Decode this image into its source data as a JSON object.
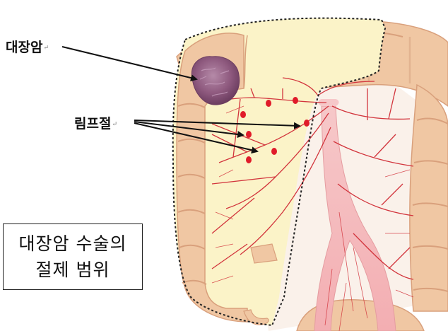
{
  "labels": {
    "tumor": "대장암",
    "lymph_nodes": "림프절",
    "return_mark": "↵"
  },
  "caption": {
    "line1": "대장암 수술의",
    "line2": "절제 범위"
  },
  "colors": {
    "colon": "#f0c7a3",
    "colon_shadow": "#d9a07c",
    "resection_area": "#fbf3c8",
    "vessel": "#d2353d",
    "artery_pale": "#f1b2b5",
    "lymph_node": "#e01b2a",
    "tumor": "#8f5a7f",
    "outline": "#222222"
  }
}
